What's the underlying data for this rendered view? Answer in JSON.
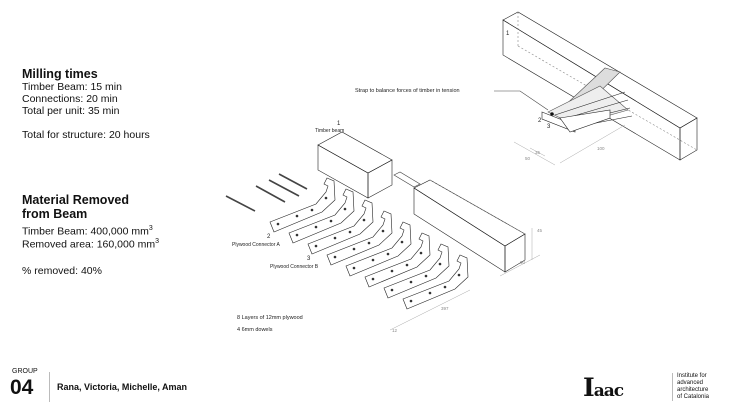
{
  "milling": {
    "title": "Milling times",
    "lines": [
      "Timber Beam: 15 min",
      "Connections: 20 min",
      "Total per unit: 35 min"
    ],
    "total": "Total for structure:  20 hours"
  },
  "material": {
    "title_line1": "Material Removed",
    "title_line2": "from Beam",
    "beam": "Timber Beam: 400,000 mm",
    "area": "Removed area:  160,000 mm",
    "sup": "3",
    "percent": "% removed: 40%"
  },
  "drawing": {
    "strap_label": "Strap to balance forces of timber in tension",
    "num1": "1",
    "num2": "2",
    "num3": "3",
    "timber_beam": "Timber beam",
    "connector_a": "Plywood Connector A",
    "connector_b": "Plywood Connector B",
    "layers": "8 Layers of 12mm plywood",
    "dowels": "4 6mm dowels",
    "dims": {
      "d100": "100",
      "d50": "50",
      "d35": "35",
      "d45": "45",
      "d90": "90",
      "d397": "397",
      "d12": "12"
    }
  },
  "footer": {
    "group_label": "GROUP",
    "group_number": "04",
    "members": "Rana, Victoria, Michelle, Aman",
    "logo": "Iaac",
    "institute": [
      "Institute for",
      "advanced",
      "architecture",
      "of Catalonia"
    ]
  }
}
